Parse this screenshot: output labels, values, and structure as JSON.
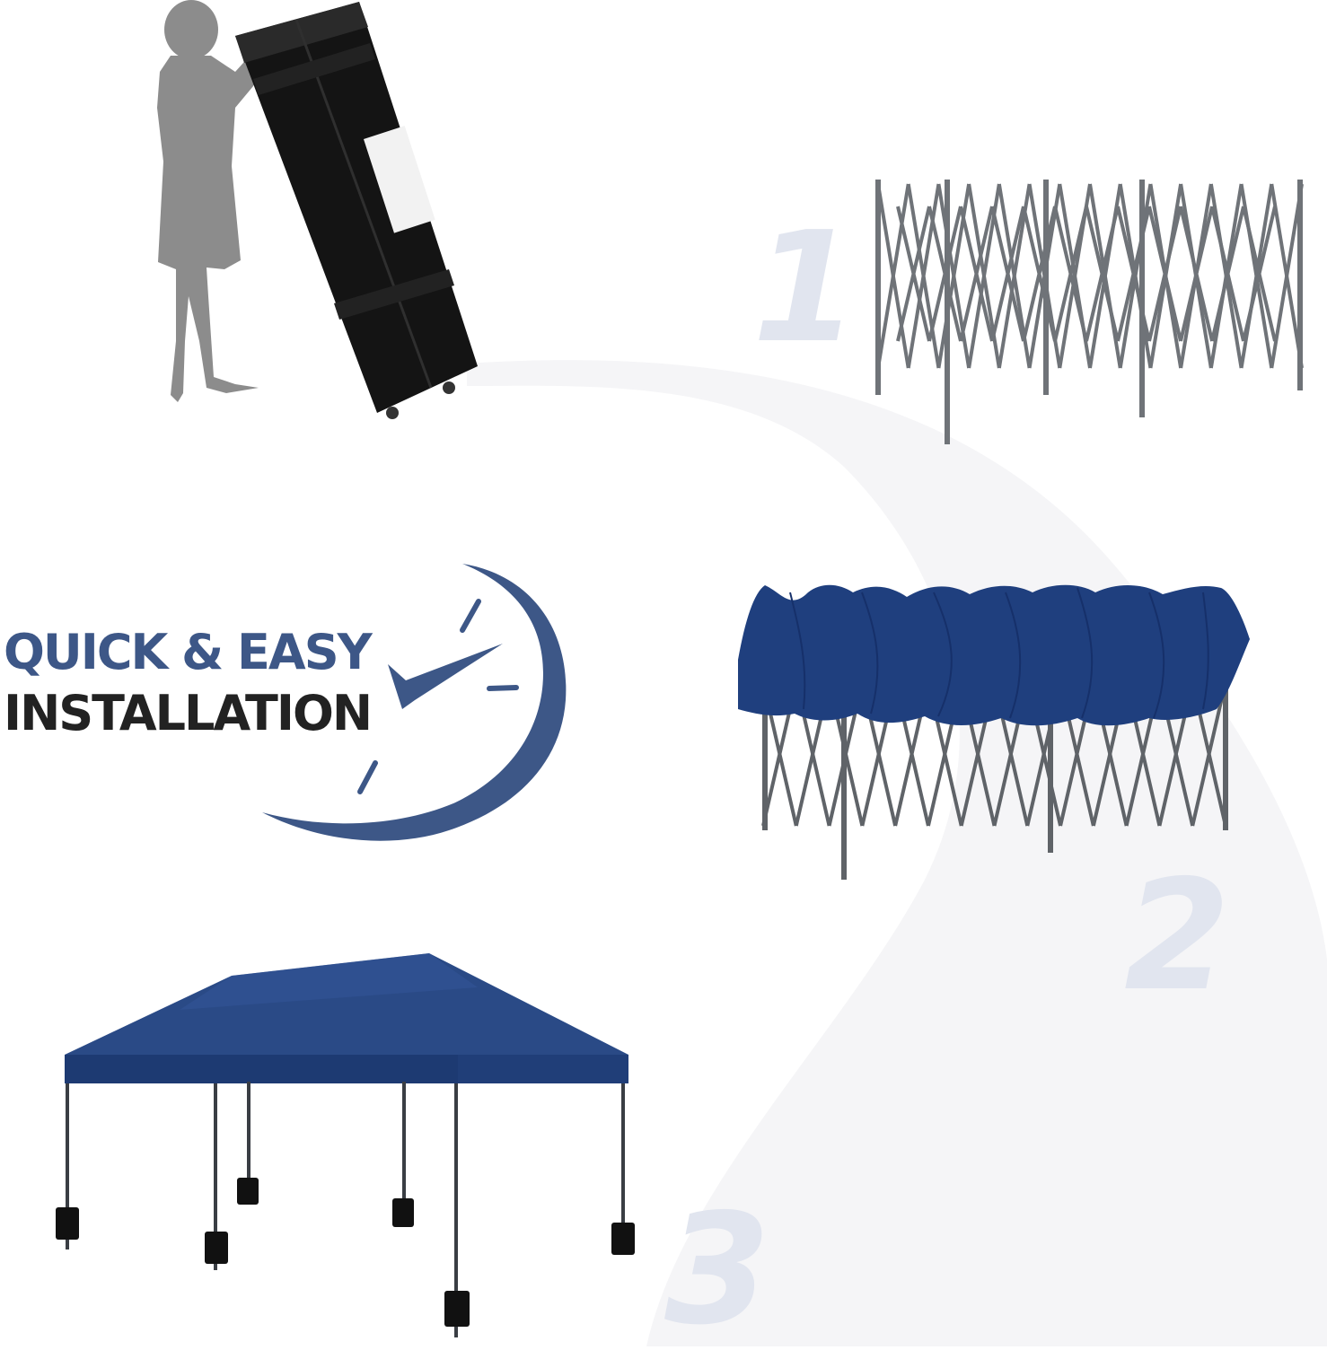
{
  "headline": {
    "line1": "QUICK & EASY",
    "line2": "INSTALLATION"
  },
  "steps": [
    {
      "number": "1"
    },
    {
      "number": "2"
    },
    {
      "number": "3"
    }
  ],
  "colors": {
    "brand_blue": "#3d5787",
    "canopy_blue": "#1f3f7e",
    "frame_gray": "#6f7378",
    "step_number": "#e1e5ef",
    "path_gray": "#f4f4f6"
  },
  "icons": [
    "clock-checkmark-icon"
  ]
}
